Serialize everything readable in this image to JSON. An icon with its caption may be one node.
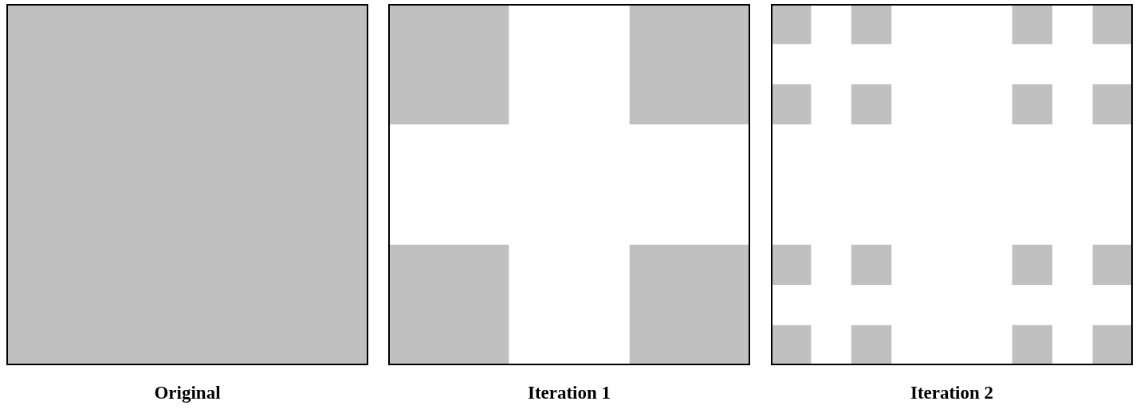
{
  "diagram": {
    "labels": [
      "Original",
      "Iteration 1",
      "Iteration 2"
    ]
  }
}
